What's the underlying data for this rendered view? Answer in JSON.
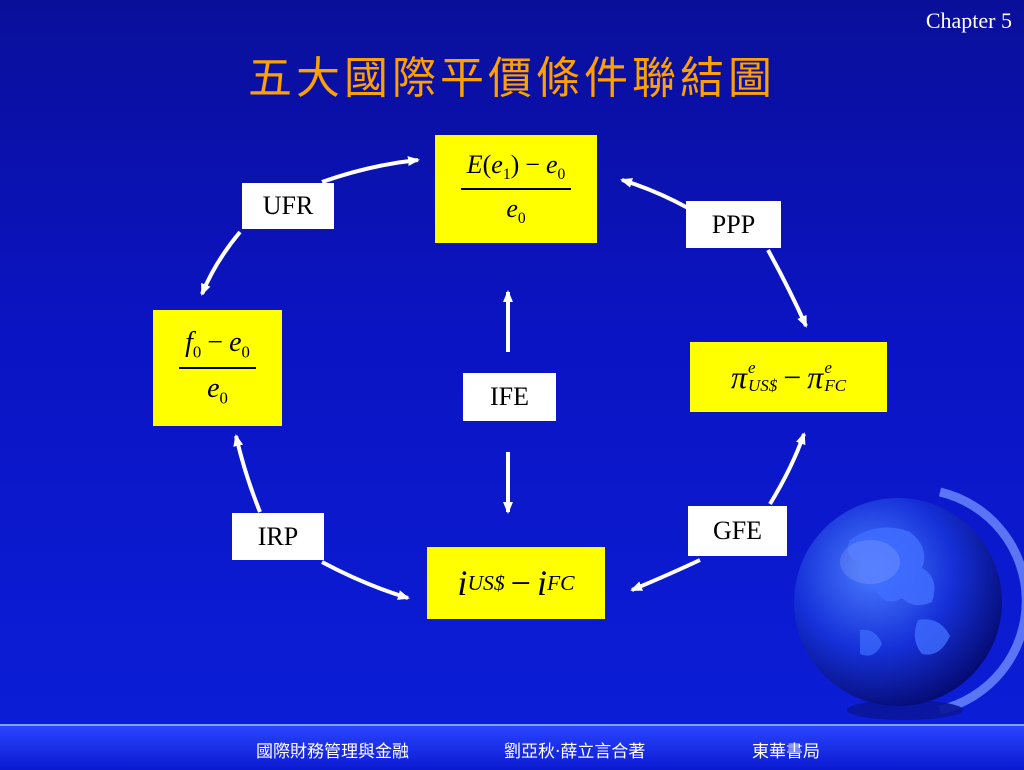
{
  "header": {
    "chapter": "Chapter 5",
    "title": "五大國際平價條件聯結圖"
  },
  "formulas": {
    "top": {
      "num_E": "E",
      "num_e": "e",
      "num_sub1": "1",
      "minus": "−",
      "num_e0": "e",
      "sub0": "0",
      "den_e": "e",
      "den_sub": "0"
    },
    "left": {
      "num_f": "f",
      "sub0a": "0",
      "minus": "−",
      "num_e": "e",
      "sub0b": "0",
      "den_e": "e",
      "den_sub": "0"
    },
    "right": {
      "pi1": "π",
      "sub1": "US$",
      "sup1": "e",
      "minus": "−",
      "pi2": "π",
      "sub2": "FC",
      "sup2": "e"
    },
    "bottom": {
      "i1": "i",
      "sub1": "US$",
      "minus": "−",
      "i2": "i",
      "sub2": "FC"
    }
  },
  "labels": {
    "ufr": "UFR",
    "ppp": "PPP",
    "ife": "IFE",
    "irp": "IRP",
    "gfe": "GFE"
  },
  "footer": {
    "book": "國際財務管理與金融",
    "authors": "劉亞秋‧薛立言合著",
    "publisher": "東華書局"
  }
}
